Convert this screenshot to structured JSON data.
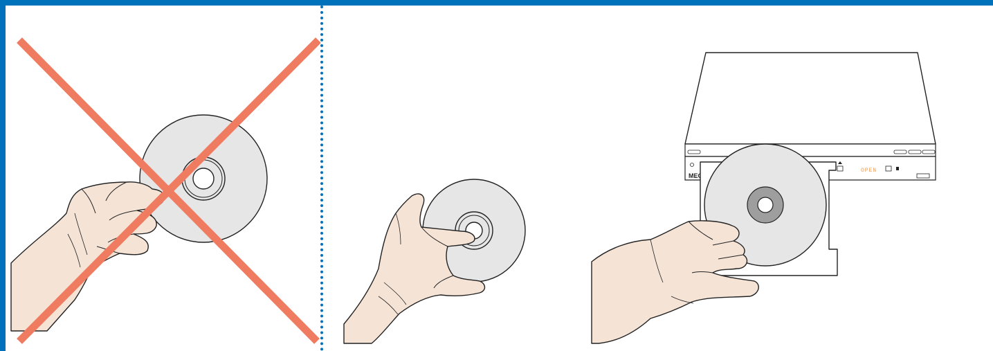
{
  "colors": {
    "border": "#0072bc",
    "cross": "#ef7c61",
    "disc": "#e6e6e6",
    "skin": "#f5e3d6",
    "outline": "#222222",
    "led": "#f39a4a"
  },
  "panels": [
    {
      "id": "wrong-handling",
      "icon": "cross-mark-icon"
    },
    {
      "id": "correct-handling",
      "icon": "hand-holding-disc-icon"
    },
    {
      "id": "insert-disc",
      "icon": "dvd-player-icon"
    }
  ],
  "player": {
    "brand": "MEG",
    "display": "OPEN"
  }
}
